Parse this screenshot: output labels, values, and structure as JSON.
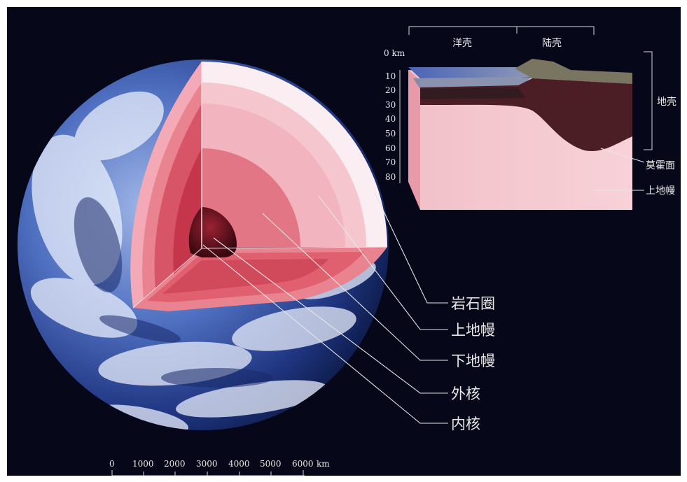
{
  "layers": {
    "lithosphere": "岩石圈",
    "upper_mantle": "上地幔",
    "lower_mantle": "下地幔",
    "outer_core": "外核",
    "inner_core": "内核"
  },
  "inset": {
    "oceanic_crust": "洋壳",
    "continental_crust": "陆壳",
    "depth_ticks": [
      "0 km",
      "10",
      "20",
      "30",
      "40",
      "50",
      "60",
      "70",
      "80"
    ],
    "crust": "地壳",
    "moho": "莫霍面",
    "upper_mantle": "上地幔"
  },
  "scale_bar": {
    "ticks": [
      "0",
      "1000",
      "2000",
      "3000",
      "4000",
      "5000",
      "6000"
    ],
    "unit": "km"
  },
  "colors": {
    "background": "#07071a",
    "ocean": "#2f4f9a",
    "lithosphere": "#f8e7ee",
    "upper_mantle": "#f6c3cc",
    "lower_mantle": "#e8707e",
    "outer_core": "#cf4357",
    "inner_core": "#5a0f1a"
  }
}
